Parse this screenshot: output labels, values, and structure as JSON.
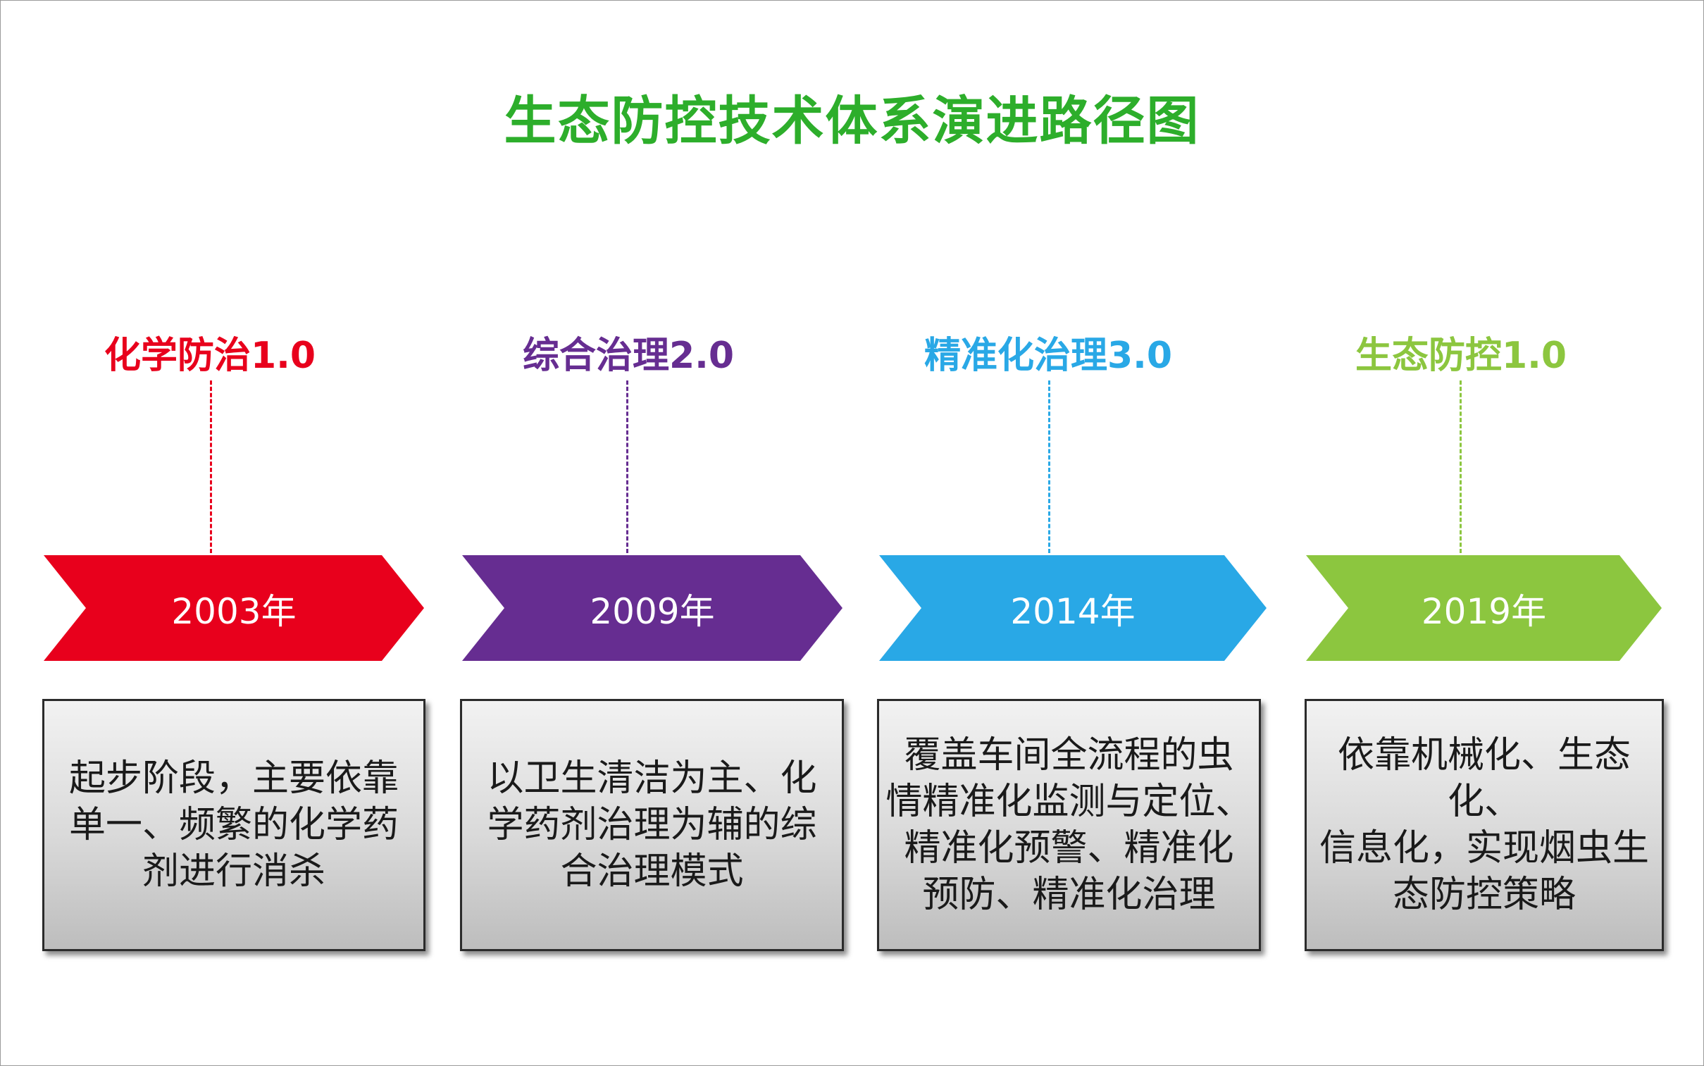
{
  "title": "生态防控技术体系演进路径图",
  "stages": [
    {
      "label": "化学防治1.0",
      "year": "2003年",
      "color": "#e8001c",
      "description": [
        "起步阶段，主要依靠",
        "单一、频繁的化学药",
        "剂进行消杀"
      ]
    },
    {
      "label": "综合治理2.0",
      "year": "2009年",
      "color": "#662d91",
      "description": [
        "以卫生清洁为主、化",
        "学药剂治理为辅的综",
        "合治理模式"
      ]
    },
    {
      "label": "精准化治理3.0",
      "year": "2014年",
      "color": "#29a8e6",
      "description": [
        "覆盖车间全流程的虫",
        "情精准化监测与定位、",
        "精准化预警、精准化",
        "预防、精准化治理"
      ]
    },
    {
      "label": "生态防控1.0",
      "year": "2019年",
      "color": "#8cc63f",
      "description": [
        "依靠机械化、生态化、",
        "信息化，实现烟虫生",
        "态防控策略"
      ]
    }
  ]
}
